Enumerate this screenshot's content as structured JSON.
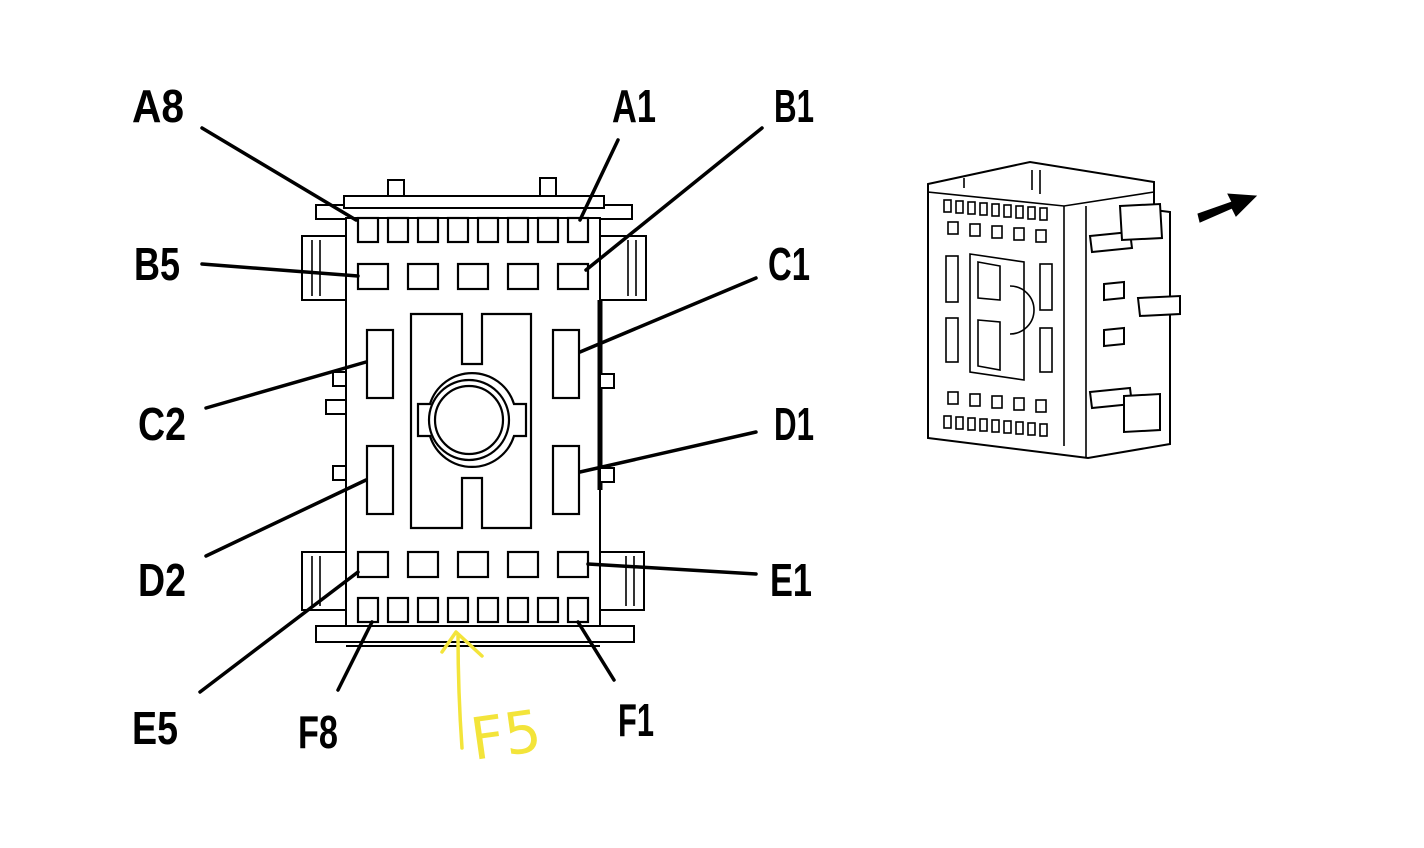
{
  "connector": {
    "labels": {
      "a8": "A8",
      "a1": "A1",
      "b1": "B1",
      "b5": "B5",
      "c1": "C1",
      "c2": "C2",
      "d1": "D1",
      "d2": "D2",
      "e1": "E1",
      "e5": "E5",
      "f8": "F8",
      "f1": "F1"
    },
    "highlight": {
      "label": "F5",
      "color": "#f5c800",
      "annotation_color": "#f3e43a"
    }
  },
  "icons": {
    "direction_arrow": "arrow-right-up-icon"
  }
}
